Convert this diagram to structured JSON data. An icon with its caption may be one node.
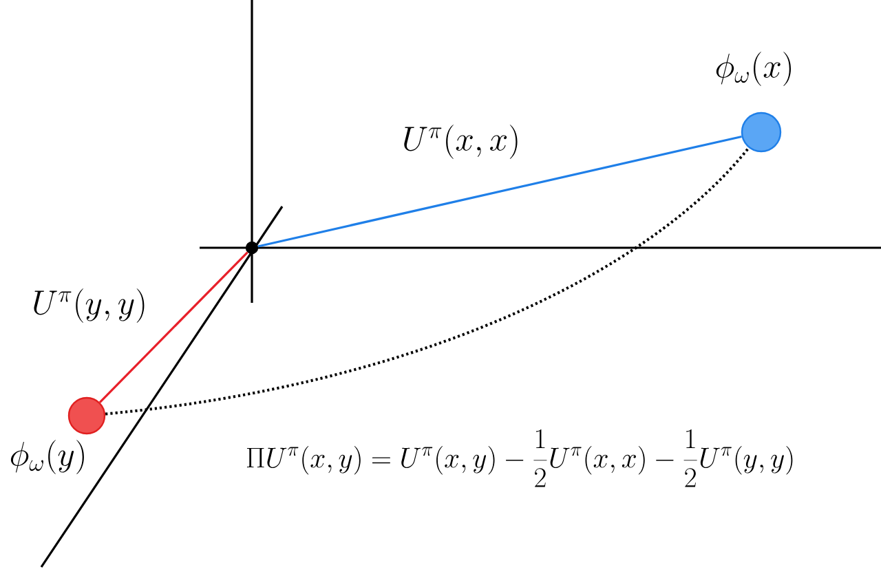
{
  "diagram": {
    "nodes": [
      {
        "text": [],
        "shape": "circle"
      },
      {
        "text": [],
        "shape": "circle",
        "beside": [
          "\\phi_\\omega(x)"
        ]
      },
      {
        "text": [],
        "shape": "circle",
        "beside": [
          "\\phi_\\omega(y)"
        ]
      }
    ],
    "edges": [
      {
        "from": 0,
        "to": 1,
        "arrow": "none",
        "label": "U^\\pi(x,x)",
        "color": "#1f7fe8"
      },
      {
        "from": 0,
        "to": 2,
        "arrow": "none",
        "label": "U^\\pi(y,y)",
        "color": "#e8202a"
      },
      {
        "from": 2,
        "to": 1,
        "arrow": "none",
        "style": "dashed",
        "color": "#000000"
      }
    ],
    "labels": [
      "\\Pi U^\\pi(x,y) = U^\\pi(x,y) - \\frac{1}{2}U^\\pi(x,x) - \\frac{1}{2}U^\\pi(y,y)"
    ]
  }
}
